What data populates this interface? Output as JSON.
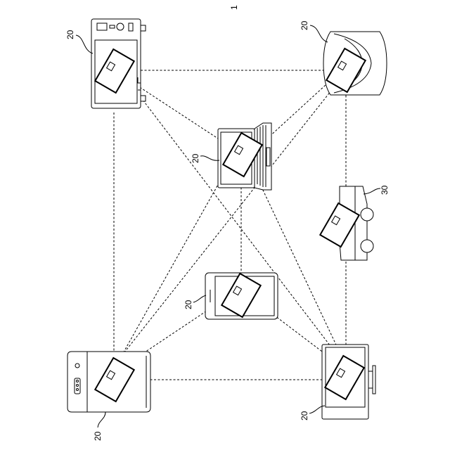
{
  "figure": {
    "figure_number": "1",
    "labels": {
      "microwave": "20",
      "dome_camera": "20",
      "laptop": "20",
      "tablet": "20",
      "washer": "20",
      "monitor": "20",
      "vehicle": "30"
    }
  }
}
